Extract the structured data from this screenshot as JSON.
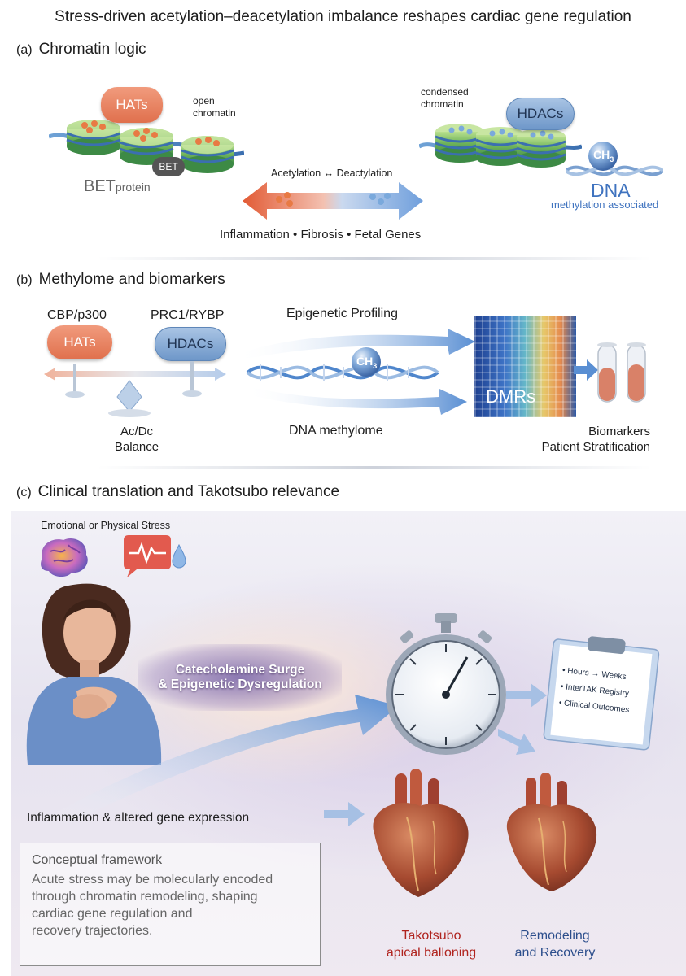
{
  "title": "Stress-driven acetylation–deacetylation imbalance reshapes cardiac gene regulation",
  "panel_a": {
    "tag": "(a)",
    "heading": "Chromatin logic",
    "hats": "HATs",
    "open_chromatin": [
      "open",
      "chromatin"
    ],
    "bet_badge": "BET",
    "bet_main": "BET",
    "bet_sub": "protein",
    "condensed_chromatin": [
      "condensed",
      "chromatin"
    ],
    "hdacs": "HDACs",
    "ch3": "CH",
    "ch3_sub": "3",
    "dna": "DNA",
    "methylation": "methylation associated",
    "arrow_label": "Acetylation ↔ Deactylation",
    "outcomes": "Inflammation • Fibrosis • Fetal Genes"
  },
  "panel_b": {
    "tag": "(b)",
    "heading": "Methylome and biomarkers",
    "cbp": "CBP/p300",
    "prc": "PRC1/RYBP",
    "hats": "HATs",
    "hdacs": "HDACs",
    "balance": [
      "Ac/Dc",
      "Balance"
    ],
    "profiling": "Epigenetic Profiling",
    "ch3": "CH",
    "ch3_sub": "3",
    "methylome": "DNA methylome",
    "dmrs": "DMRs",
    "biomarkers": [
      "Biomarkers",
      "Patient Stratification"
    ]
  },
  "panel_c": {
    "tag": "(c)",
    "heading": "Clinical translation and Takotsubo relevance",
    "stress": "Emotional or Physical Stress",
    "surge": [
      "Catecholamine Surge",
      "& Epigenetic Dysregulation"
    ],
    "checklist": [
      "• Hours → Weeks",
      "• InterTAK Registry",
      "• Clinical Outcomes"
    ],
    "inflammation": "Inflammation & altered gene expression",
    "framework_title": "Conceptual framework",
    "framework_body": [
      "Acute stress may be molecularly encoded",
      "through chromatin remodeling, shaping",
      "cardiac gene regulation and",
      "recovery trajectories."
    ],
    "takotsubo": [
      "Takotsubo",
      "apical balloning"
    ],
    "remodeling": [
      "Remodeling",
      "and Recovery"
    ]
  },
  "colors": {
    "hat": "#e0704d",
    "hdac": "#6e97c9",
    "takotsubo_red": "#b0231e",
    "recovery_blue": "#2c4e8c",
    "dna_blue": "#3f73bf"
  }
}
